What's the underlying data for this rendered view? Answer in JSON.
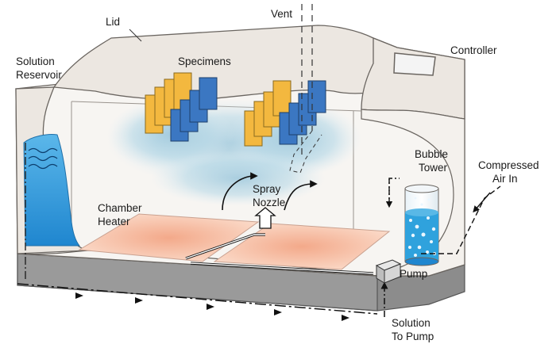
{
  "labels": {
    "lid": "Lid",
    "vent": "Vent",
    "controller": "Controller",
    "solution_reservoir": [
      "Solution",
      "Reservoir"
    ],
    "specimens": "Specimens",
    "bubble_tower": [
      "Bubble",
      "Tower"
    ],
    "compressed_air_in": [
      "Compressed",
      "Air In"
    ],
    "spray_nozzle": [
      "Spray",
      "Nozzle"
    ],
    "chamber_heater": [
      "Chamber",
      "Heater"
    ],
    "pump": "Pump",
    "solution_to_pump": [
      "Solution",
      "To Pump"
    ]
  },
  "colors": {
    "cabinet_fill": "#ede9e3",
    "cabinet_stroke": "#6a6560",
    "base_dark": "#8c8c8c",
    "specimen_yellow": "#f3b83f",
    "specimen_blue": "#3b77c2",
    "heater_pad": "#f6bea0",
    "fog": "#a9cfe0",
    "reservoir_water": "#3aa3e0",
    "bubble_water": "#2fa2dd"
  }
}
